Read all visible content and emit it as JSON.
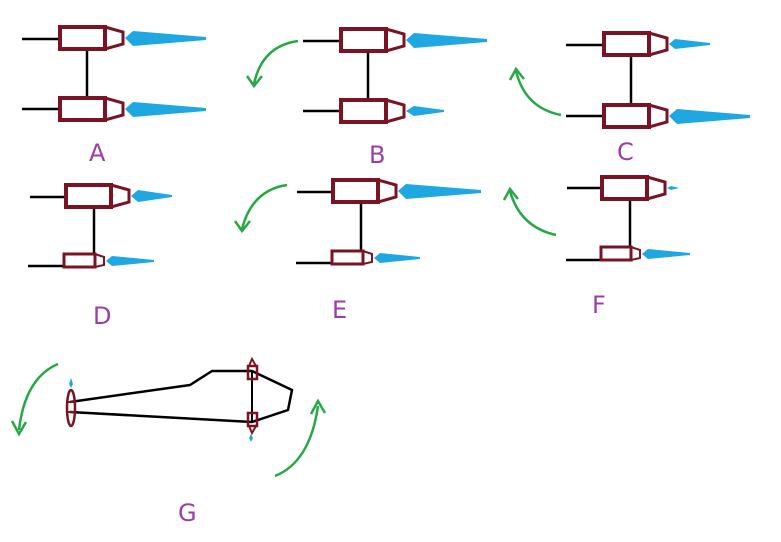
{
  "colors": {
    "engine": "#7a1424",
    "jet": "#1ea7e1",
    "arrow": "#26a843",
    "line": "#000000",
    "label": "#9b3fa6"
  },
  "panels": [
    {
      "label": "A",
      "top_thrust": "large",
      "bottom_thrust": "large",
      "arrow": "none"
    },
    {
      "label": "B",
      "top_thrust": "large",
      "bottom_thrust": "small",
      "arrow": "counterclockwise"
    },
    {
      "label": "C",
      "top_thrust": "small",
      "bottom_thrust": "large",
      "arrow": "clockwise"
    },
    {
      "label": "D",
      "top_thrust": "small",
      "bottom_thrust": "medium",
      "arrow": "none"
    },
    {
      "label": "E",
      "top_thrust": "large",
      "bottom_thrust": "medium",
      "arrow": "counterclockwise"
    },
    {
      "label": "F",
      "top_thrust": "tiny",
      "bottom_thrust": "medium",
      "arrow": "clockwise"
    }
  ],
  "aircraft": {
    "label": "G"
  }
}
